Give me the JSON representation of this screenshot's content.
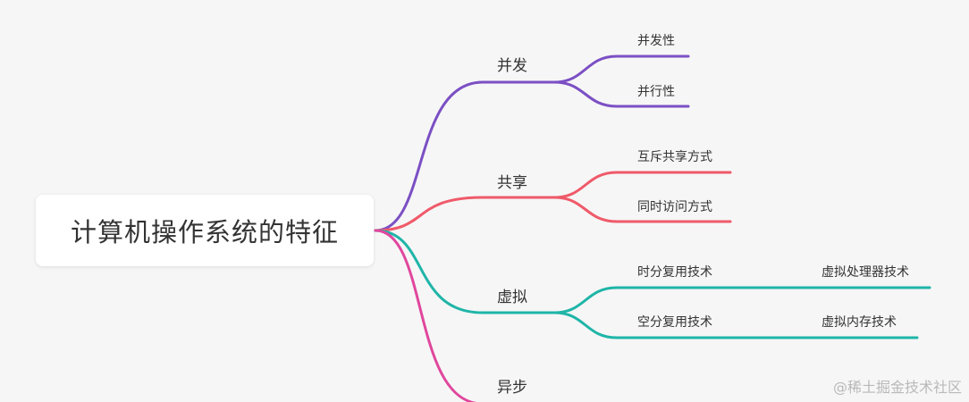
{
  "root": {
    "label": "计算机操作系统的特征"
  },
  "branches": [
    {
      "label": "并发",
      "color": "#7b4fc4",
      "children": [
        {
          "label": "并发性"
        },
        {
          "label": "并行性"
        }
      ]
    },
    {
      "label": "共享",
      "color": "#ef5a6a",
      "children": [
        {
          "label": "互斥共享方式"
        },
        {
          "label": "同时访问方式"
        }
      ]
    },
    {
      "label": "虚拟",
      "color": "#1fb5a8",
      "children": [
        {
          "label": "时分复用技术",
          "child": {
            "label": "虚拟处理器技术"
          }
        },
        {
          "label": "空分复用技术",
          "child": {
            "label": "虚拟内存技术"
          }
        }
      ]
    },
    {
      "label": "异步",
      "color": "#e0479d",
      "children": []
    }
  ],
  "watermark": "@稀土掘金技术社区"
}
